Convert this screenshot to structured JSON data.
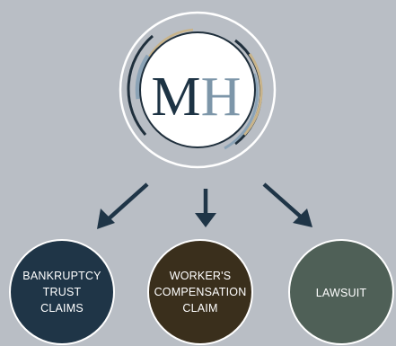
{
  "logo": {
    "letter_m": "M",
    "letter_h": "H",
    "colors": {
      "m": "#1d3344",
      "h": "#7d96a9",
      "ring_outer": "#ffffff",
      "arc_dark": "#1f2f3c",
      "arc_gold": "#c9b48a",
      "arc_blue": "#8ba3b6"
    }
  },
  "nodes": [
    {
      "lines": [
        "BANKRUPTCY",
        "TRUST",
        "CLAIMS"
      ],
      "color": "#1f3547"
    },
    {
      "lines": [
        "WORKER'S",
        "COMPENSATION",
        "CLAIM"
      ],
      "color": "#3a2f1c"
    },
    {
      "lines": [
        "LAWSUIT"
      ],
      "color": "#4f6057"
    }
  ],
  "arrow_color": "#1f3547",
  "background_color": "#b9bec5"
}
